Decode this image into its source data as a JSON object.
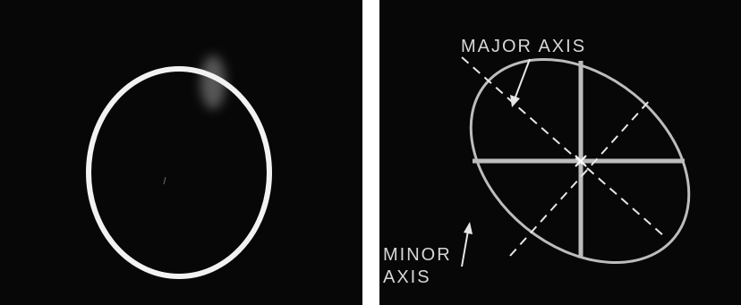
{
  "figure": {
    "left_panel": {
      "trace_shape": "circle",
      "trace_color": "#f2f2f2",
      "background_color": "#070707"
    },
    "right_panel": {
      "trace_shape": "ellipse",
      "trace_color": "#bdbdbd",
      "background_color": "#070707",
      "labels": {
        "major_axis": "MAJOR AXIS",
        "minor_axis_line1": "MINOR",
        "minor_axis_line2": "AXIS"
      }
    }
  }
}
